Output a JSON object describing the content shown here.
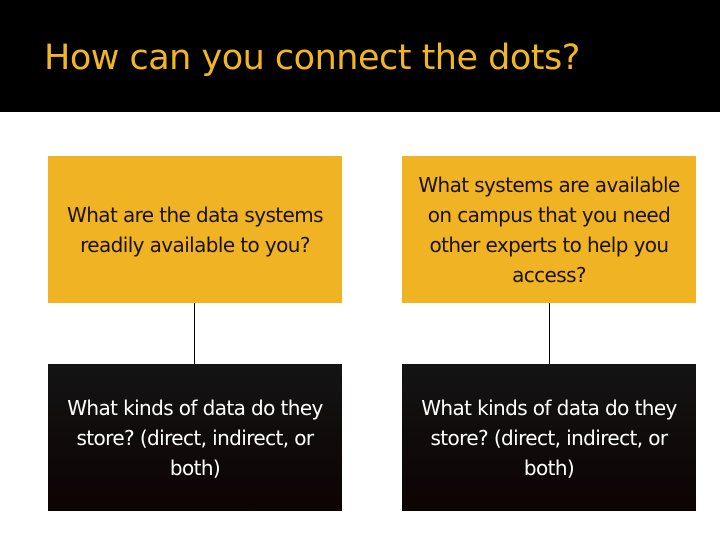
{
  "header": {
    "title": "How can you connect the dots?"
  },
  "diagram": {
    "columns": [
      {
        "top_box": "What are the data systems readily available to you?",
        "bottom_box": "What kinds of data do they store? (direct, indirect, or both)"
      },
      {
        "top_box": "What systems are available on campus that you need other experts to help you access?",
        "bottom_box": "What kinds of data do they store? (direct, indirect, or both)"
      }
    ],
    "colors": {
      "header_bg": "#000000",
      "title_text": "#f2b61f",
      "top_box_bg": "#f0b323",
      "top_box_text": "#1a1200",
      "bottom_box_bg": "#141414",
      "bottom_box_text": "#ffffff",
      "connector": "#000000"
    }
  }
}
